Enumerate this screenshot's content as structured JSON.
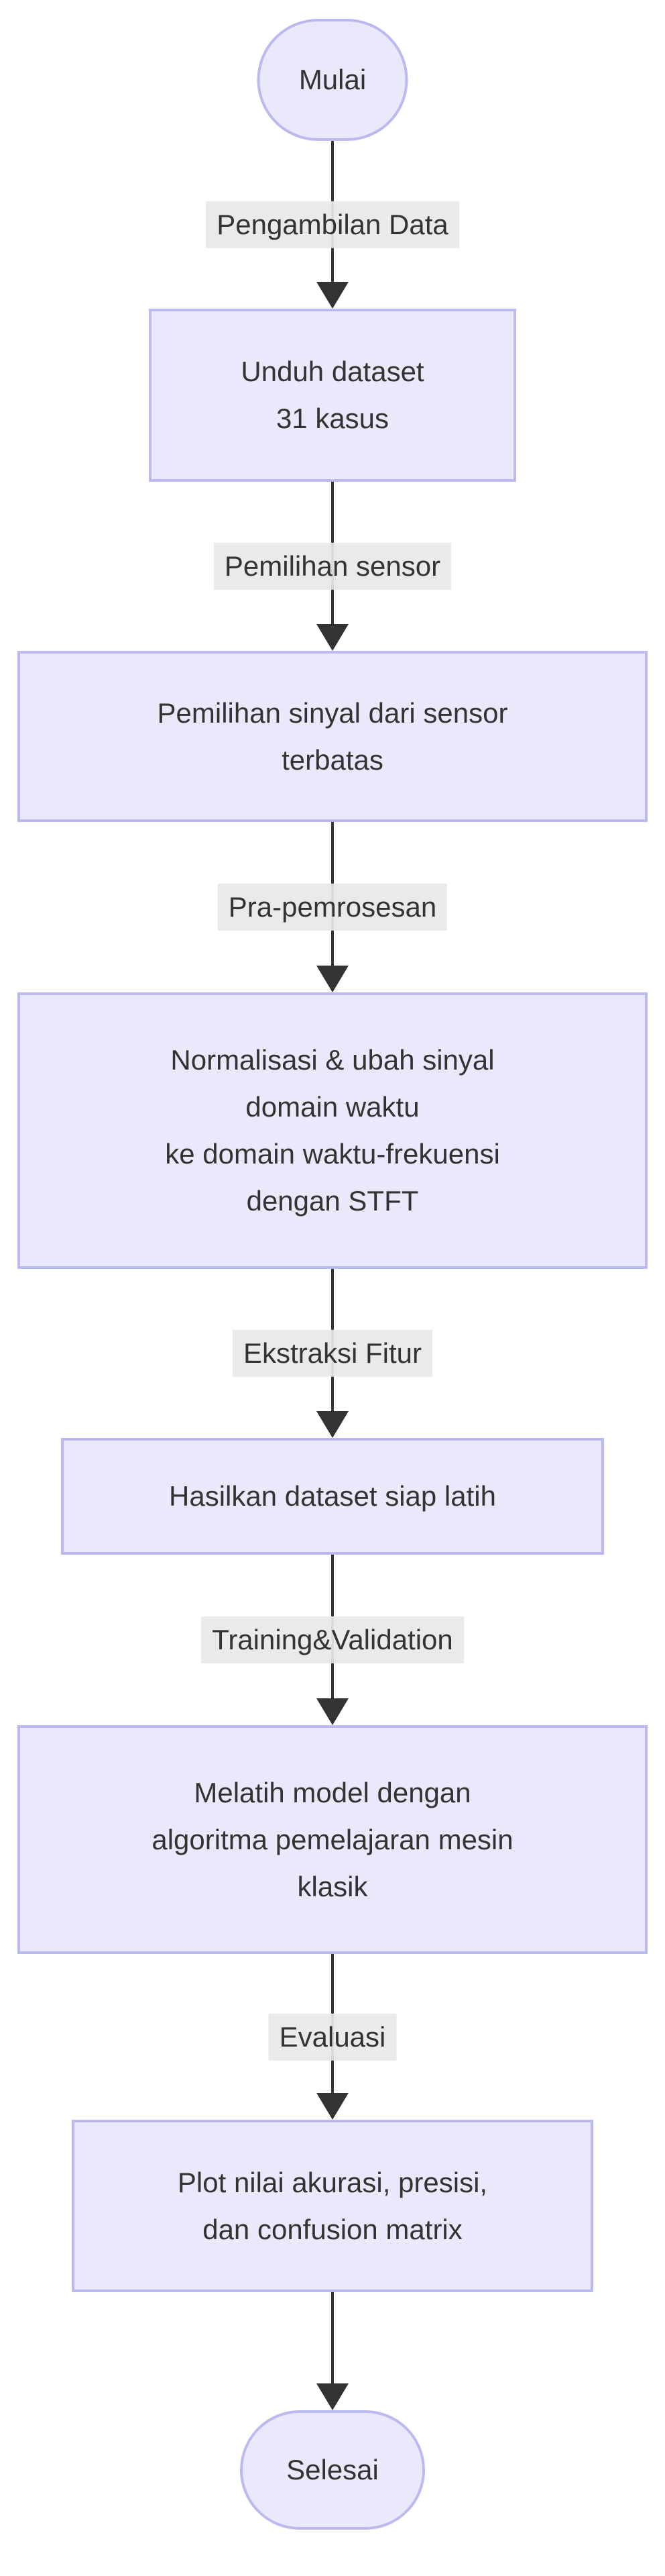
{
  "flow": {
    "type": "flowchart-top-down",
    "colors": {
      "background": "#ffffff",
      "node_fill": "#e9e9fb",
      "node_border": "#babaf0",
      "edge_line": "#333333",
      "edge_label_background": "#e8e8e8",
      "text": "#333333"
    },
    "nodes": [
      {
        "id": "start",
        "shape": "stadium",
        "label": "Mulai"
      },
      {
        "id": "unduh-dataset",
        "shape": "rect",
        "lines": [
          "Unduh dataset",
          "31 kasus"
        ]
      },
      {
        "id": "pemilihan-sinyal",
        "shape": "rect",
        "lines": [
          "Pemilihan sinyal dari sensor",
          "terbatas"
        ]
      },
      {
        "id": "normalisasi-stft",
        "shape": "rect",
        "lines": [
          "Normalisasi & ubah sinyal",
          "domain waktu",
          "ke domain waktu-frekuensi",
          "dengan STFT"
        ]
      },
      {
        "id": "hasilkan-dataset",
        "shape": "rect",
        "lines": [
          "Hasilkan dataset siap latih"
        ]
      },
      {
        "id": "melatih-model",
        "shape": "rect",
        "lines": [
          "Melatih model dengan",
          "algoritma pemelajaran mesin",
          "klasik"
        ]
      },
      {
        "id": "plot-evaluasi",
        "shape": "rect",
        "lines": [
          "Plot nilai akurasi, presisi,",
          "dan confusion matrix"
        ]
      },
      {
        "id": "end",
        "shape": "stadium",
        "label": "Selesai"
      }
    ],
    "edges": [
      {
        "from": "start",
        "to": "unduh-dataset",
        "label": "Pengambilan Data"
      },
      {
        "from": "unduh-dataset",
        "to": "pemilihan-sinyal",
        "label": "Pemilihan sensor"
      },
      {
        "from": "pemilihan-sinyal",
        "to": "normalisasi-stft",
        "label": "Pra-pemrosesan"
      },
      {
        "from": "normalisasi-stft",
        "to": "hasilkan-dataset",
        "label": "Ekstraksi Fitur"
      },
      {
        "from": "hasilkan-dataset",
        "to": "melatih-model",
        "label": "Training&Validation"
      },
      {
        "from": "melatih-model",
        "to": "plot-evaluasi",
        "label": "Evaluasi"
      },
      {
        "from": "plot-evaluasi",
        "to": "end",
        "label": ""
      }
    ]
  }
}
